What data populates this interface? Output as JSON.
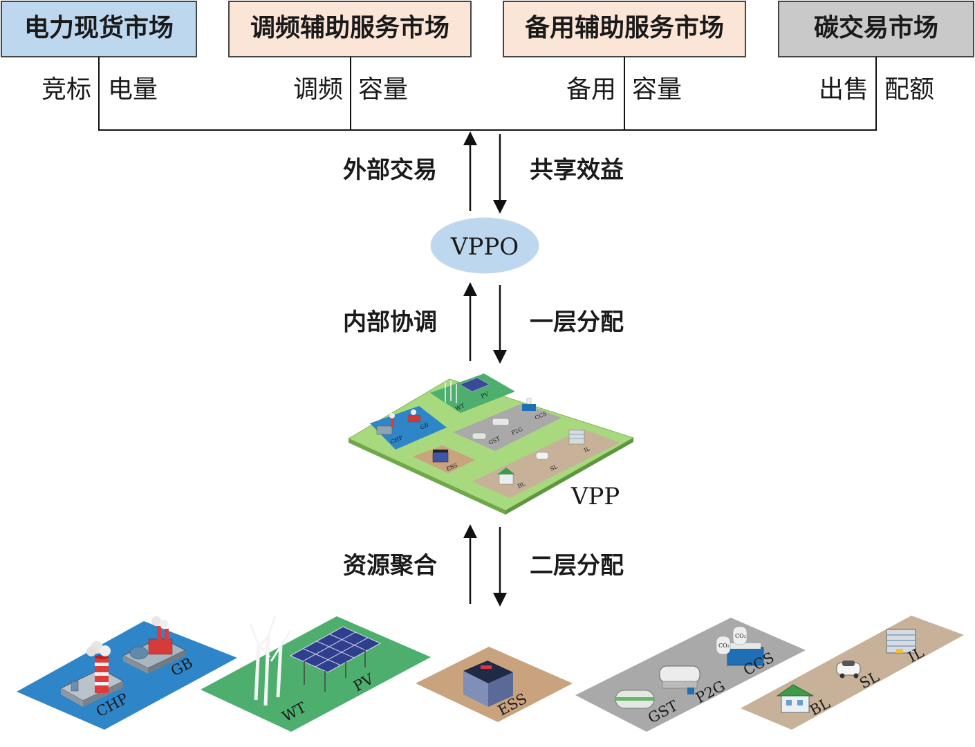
{
  "markets": {
    "spot": "电力现货市场",
    "frequency": "调频辅助服务市场",
    "reserve": "备用辅助服务市场",
    "carbon": "碳交易市场"
  },
  "market_labels": {
    "bid": "竞标",
    "energy": "电量",
    "freq_reg": "调频",
    "freq_cap": "容量",
    "reserve": "备用",
    "reserve_cap": "容量",
    "sell": "出售",
    "quota": "配额"
  },
  "flows": {
    "external_trade": "外部交易",
    "shared_benefit": "共享效益",
    "internal_coord": "内部协调",
    "first_alloc": "一层分配",
    "resource_agg": "资源聚合",
    "second_alloc": "二层分配"
  },
  "nodes": {
    "vppo": "VPPO",
    "vpp": "VPP"
  },
  "resources": {
    "chp": "CHP",
    "gb": "GB",
    "wt": "WT",
    "pv": "PV",
    "ess": "ESS",
    "gst": "GST",
    "p2g": "P2G",
    "ccs": "CCS",
    "bl": "BL",
    "sl": "SL",
    "il": "IL",
    "co2": "CO₂"
  },
  "colors": {
    "spot_fill": "#BDD7EE",
    "freq_fill": "#FBE5D6",
    "reserve_fill": "#FBE5D6",
    "carbon_fill": "#C9C9C9",
    "vppo_fill": "#BDD7EE",
    "chp_tile": "#2E86C8",
    "wt_tile": "#4DAE6E",
    "ess_tile": "#C9A27E",
    "gas_tile": "#A9A9A9",
    "load_tile": "#C7B299",
    "vpp_base": "#A8D97F"
  }
}
